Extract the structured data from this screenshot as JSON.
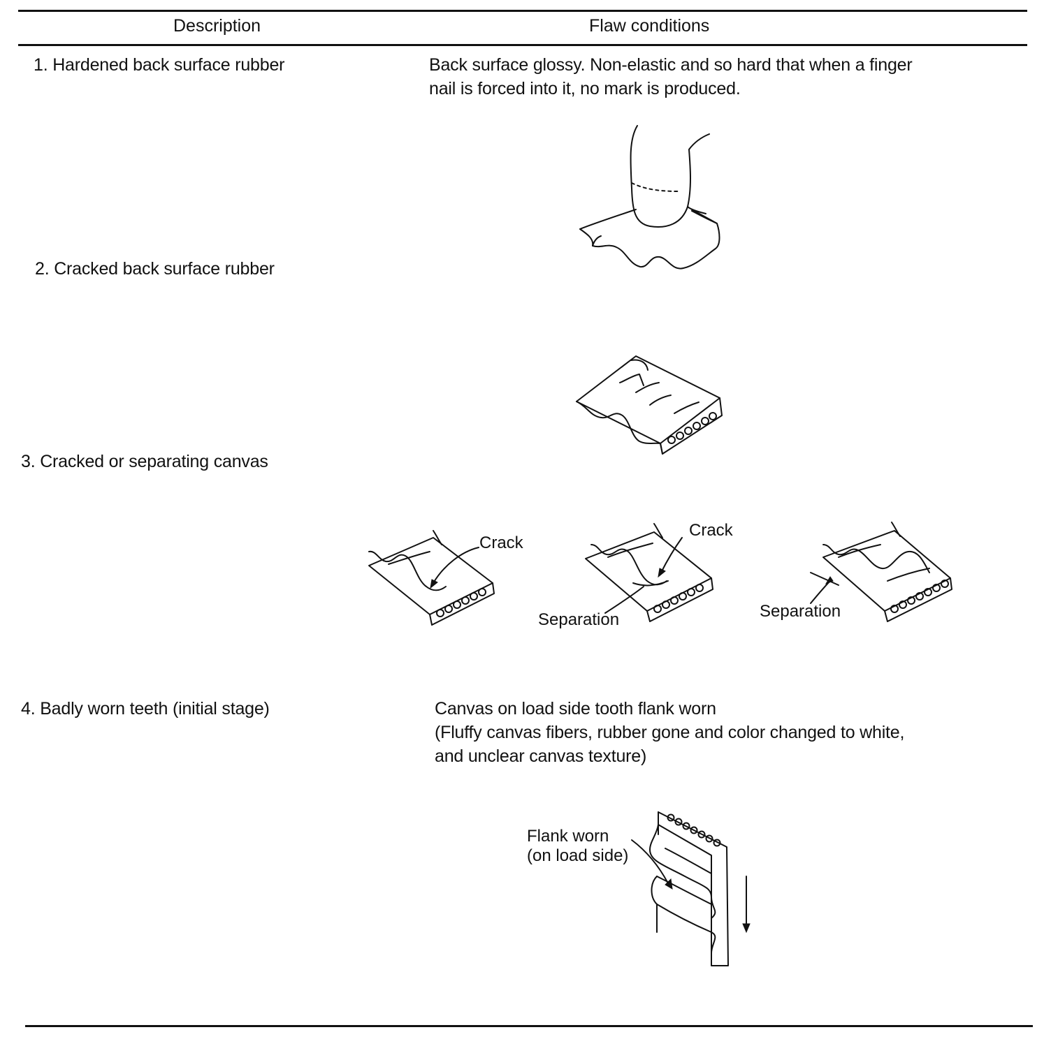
{
  "table": {
    "headers": {
      "description": "Description",
      "flaw": "Flaw conditions"
    },
    "rows": [
      {
        "description": "1.  Hardened back surface rubber",
        "flaw_lines": [
          "Back surface glossy. Non-elastic and so hard that when a finger",
          "nail is forced into it, no mark is produced."
        ]
      },
      {
        "description": "2.  Cracked back surface rubber"
      },
      {
        "description": "3.  Cracked or separating canvas"
      },
      {
        "description": "4.  Badly worn teeth (initial stage)",
        "flaw_lines": [
          "Canvas on load side tooth flank worn",
          "(Fluffy canvas fibers, rubber gone and color changed to white,",
          "and unclear canvas texture)"
        ]
      }
    ]
  },
  "figures": {
    "canvas": {
      "crack_label_1": "Crack",
      "crack_label_2": "Crack",
      "separation_label_1": "Separation",
      "separation_label_2": "Separation"
    },
    "worn": {
      "flank_label_line1": "Flank worn",
      "flank_label_line2": "(on load side)"
    }
  }
}
